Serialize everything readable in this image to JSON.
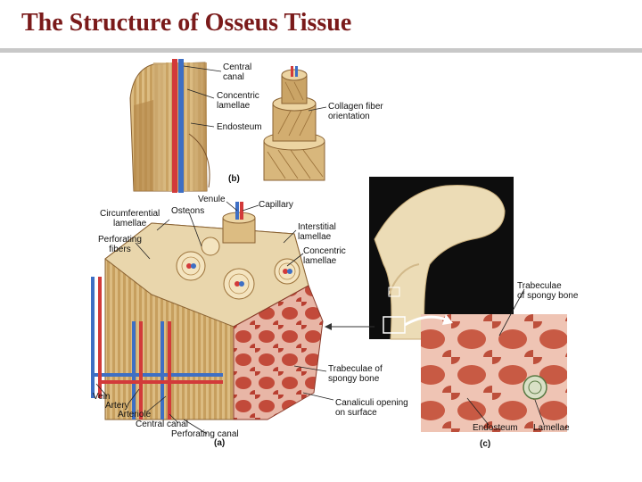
{
  "slide": {
    "title": "The Structure of Osseus Tissue"
  },
  "figure": {
    "panel_b": {
      "letter": "(b)",
      "labels": {
        "central_canal": "Central\ncanal",
        "concentric_lamellae": "Concentric\nlamellae",
        "endosteum": "Endosteum",
        "collagen_fiber_orientation": "Collagen fiber\norientation"
      }
    },
    "panel_a": {
      "letter": "(a)",
      "labels": {
        "venule": "Venule",
        "capillary": "Capillary",
        "circumferential_lamellae": "Circumferential\nlamellae",
        "osteons": "Osteons",
        "interstitial_lamellae": "Interstitial\nlamellae",
        "perforating_fibers": "Perforating\nfibers",
        "concentric_lamellae": "Concentric\nlamellae",
        "trabeculae_spongy_bone": "Trabeculae of\nspongy bone",
        "canaliculi_opening": "Canaliculi opening\non surface",
        "vein": "Vein",
        "artery": "Artery",
        "arteriole": "Arteriole",
        "central_canal": "Central canal",
        "perforating_canal": "Perforating canal"
      }
    },
    "panel_c": {
      "letter": "(c)",
      "labels": {
        "trabeculae_spongy_bone": "Trabeculae\nof spongy bone",
        "endosteum": "Endosteum",
        "lamellae": "Lamellae"
      }
    }
  }
}
